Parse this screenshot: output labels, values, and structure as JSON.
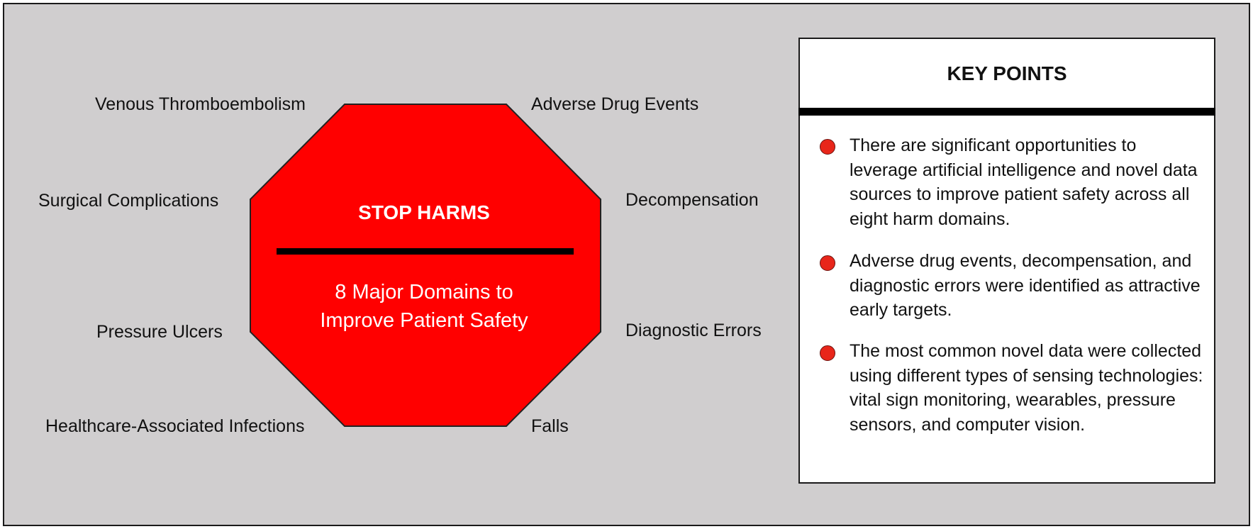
{
  "stop_sign": {
    "title": "STOP HARMS",
    "subtitle_line1": "8 Major Domains to",
    "subtitle_line2": "Improve Patient Safety",
    "fill_color": "#ff0000"
  },
  "domains": {
    "top_left": "Venous Thromboembolism",
    "top_right": "Adverse Drug Events",
    "upper_left": "Surgical Complications",
    "upper_right": "Decompensation",
    "lower_left": "Pressure Ulcers",
    "lower_right": "Diagnostic Errors",
    "bottom_left": "Healthcare-Associated Infections",
    "bottom_right": "Falls"
  },
  "key_points": {
    "heading": "KEY POINTS",
    "bullet_color": "#e8261a",
    "items": [
      "There are significant opportunities to leverage artificial intelligence and novel data sources to improve patient safety across all eight harm domains.",
      "Adverse drug events, decompensation, and diagnostic errors were identified as attractive early targets.",
      "The most common novel data were collected using different types of sensing technologies: vital sign monitoring, wearables, pressure sensors, and computer vision."
    ]
  }
}
